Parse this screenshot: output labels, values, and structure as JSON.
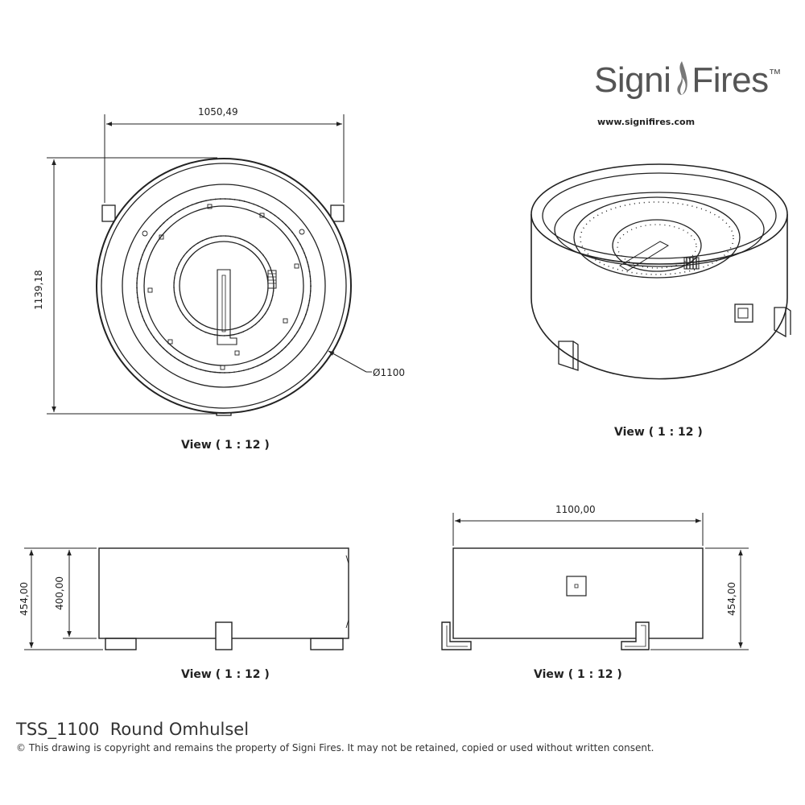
{
  "brand": {
    "name_left": "Signi",
    "name_right": "Fires",
    "trademark": "™",
    "website": "www.signifires.com"
  },
  "views": {
    "top_view": {
      "label": "View ( 1 : 12 )",
      "width_dim": "1050,49",
      "height_dim": "1139,18",
      "diameter_dim": "Ø1100"
    },
    "iso_view": {
      "label": "View ( 1 : 12 )"
    },
    "side_view": {
      "label": "View ( 1 : 12 )",
      "total_height_dim": "454,00",
      "body_height_dim": "400,00"
    },
    "front_view": {
      "label": "View ( 1 : 12 )",
      "width_dim": "1100,00",
      "height_dim": "454,00"
    }
  },
  "footer": {
    "title": "TSS_1100  Round Omhulsel",
    "copyright": "© This drawing is copyright and remains the property of Signi Fires. It may not be retained, copied or used without written consent."
  },
  "colors": {
    "line": "#222222",
    "brand_gray": "#555555"
  }
}
